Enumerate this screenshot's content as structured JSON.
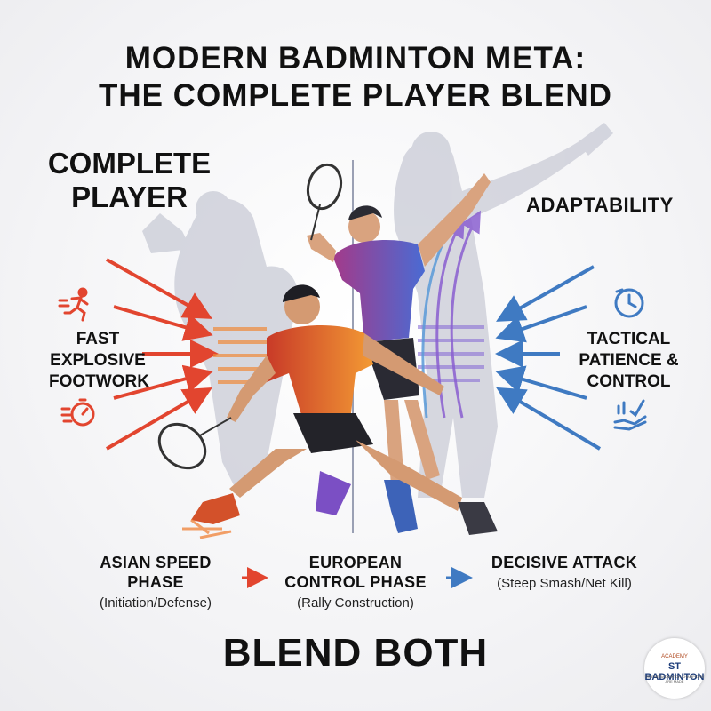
{
  "title": {
    "line1": "MODERN BADMINTON META:",
    "line2": "THE COMPLETE PLAYER BLEND"
  },
  "headings": {
    "complete_player": "COMPLETE PLAYER",
    "adaptability": "ADAPTABILITY"
  },
  "left_trait": "FAST EXPLOSIVE FOOTWORK",
  "right_trait": "TACTICAL PATIENCE & CONTROL",
  "phases": [
    {
      "name": "ASIAN SPEED PHASE",
      "sub": "(Initiation/Defense)"
    },
    {
      "name": "EUROPEAN CONTROL PHASE",
      "sub": "(Rally Construction)"
    },
    {
      "name": "DECISIVE ATTACK",
      "sub": "(Steep Smash/Net Kill)"
    }
  ],
  "footer": "BLEND BOTH",
  "logo": {
    "top": "ACADEMY",
    "main": "ST BADMINTON",
    "tagline": "WHERE BADMINTON CHAMPIONS ARE MADE"
  },
  "colors": {
    "speed": "#e2452f",
    "control": "#3f7ac2",
    "attack": "#7a4fc4",
    "shadow": "#c9cbd6",
    "player_front_shirt": "#e9622c",
    "player_back_shirt": "#5b5ec8"
  },
  "icons": {
    "top_left": "running-person-icon",
    "bottom_left": "stopwatch-speed-icon",
    "top_right": "clock-icon",
    "bottom_right": "hand-chart-icon"
  }
}
